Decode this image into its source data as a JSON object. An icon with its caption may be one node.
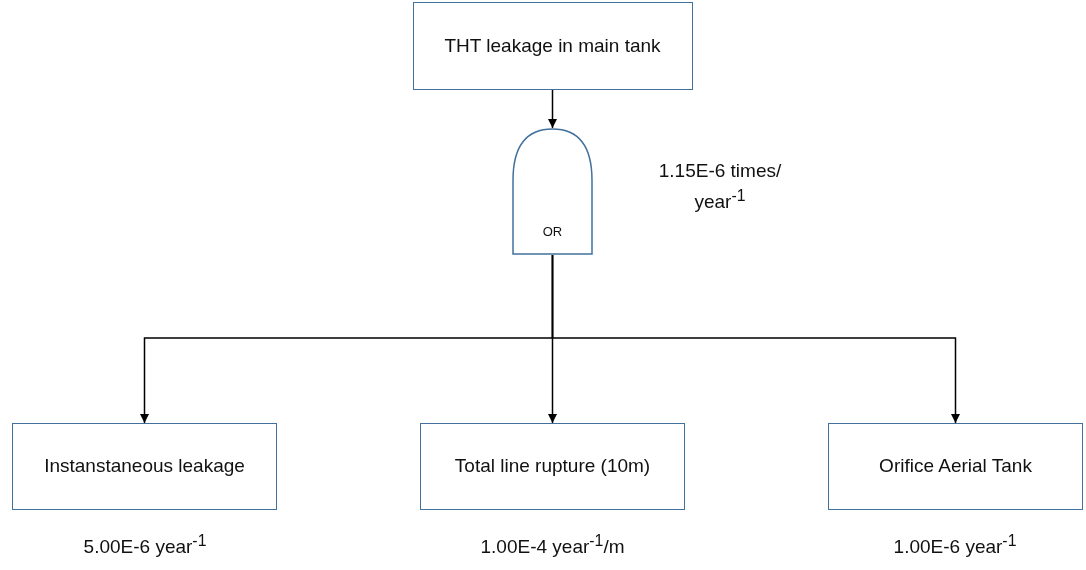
{
  "diagram": {
    "nodes": [
      {
        "text": [
          "THT leakage in main tank"
        ]
      },
      {
        "text": [
          "OR"
        ],
        "beside": [
          "1.15E-6 times/ year$^{-1}$"
        ]
      },
      {
        "text": [
          "Instanstaneous leakage"
        ],
        "beside": [
          "5.00E-6 year$^{-1}$"
        ]
      },
      {
        "text": [
          "Total line rupture (10m)"
        ],
        "beside": [
          "1.00E-4 year$^{-1}$/m"
        ]
      },
      {
        "text": [
          "Orifice Aerial Tank"
        ],
        "beside": [
          "1.00E-6 year$^{-1}$"
        ]
      }
    ],
    "edges": [
      {
        "from": 0,
        "to": 1,
        "arrow": "to"
      },
      {
        "from": 1,
        "to": 2,
        "arrow": "to"
      },
      {
        "from": 1,
        "to": 3,
        "arrow": "to"
      },
      {
        "from": 1,
        "to": 4,
        "arrow": "to"
      }
    ]
  }
}
